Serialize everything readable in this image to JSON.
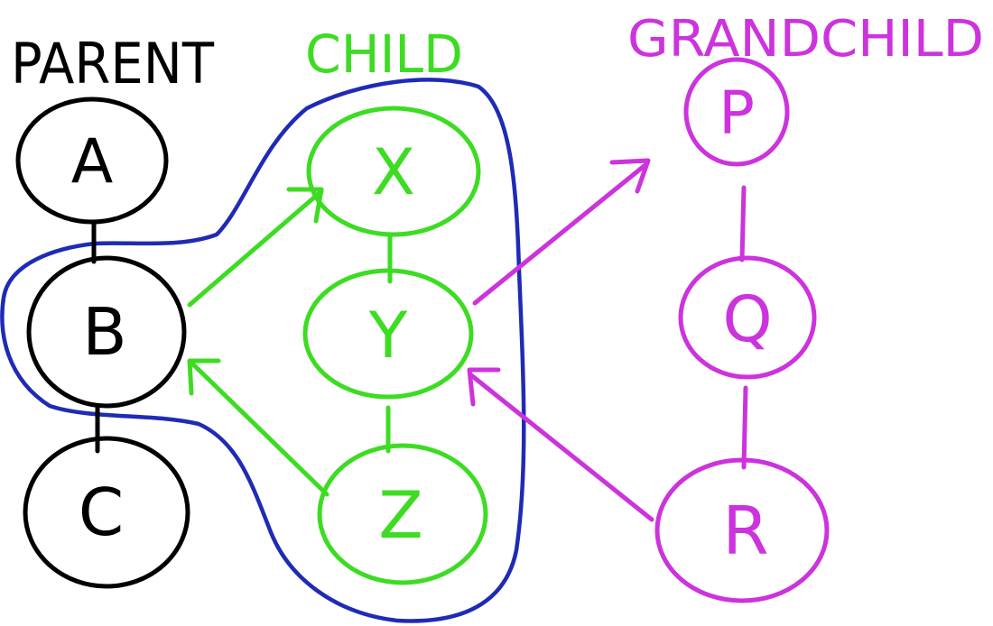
{
  "colors": {
    "parent": "#000000",
    "child": "#3ddc23",
    "grandchild": "#cc33dd",
    "boundary": "#1f2bb5"
  },
  "headings": {
    "parent": "PARENT",
    "child": "CHILD",
    "grandchild": "GRANDCHILD"
  },
  "nodes": {
    "a": "A",
    "b": "B",
    "c": "C",
    "x": "X",
    "y": "Y",
    "z": "Z",
    "p": "P",
    "q": "Q",
    "r": "R"
  }
}
